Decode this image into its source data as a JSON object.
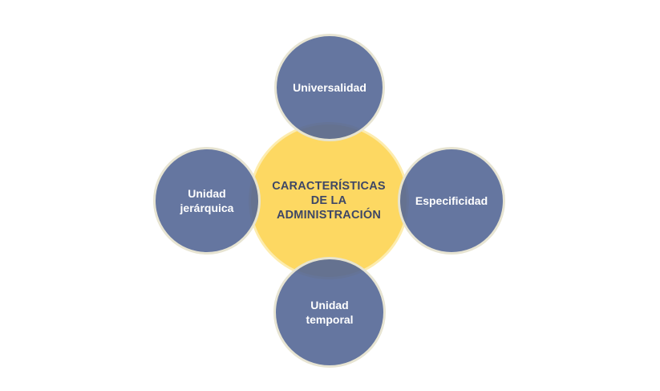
{
  "diagram": {
    "center": {
      "label": "CARACTERÍSTICAS DE LA ADMINISTRACIÓN",
      "color": "#fdd862"
    },
    "nodes": [
      {
        "id": "top",
        "label": "Universalidad"
      },
      {
        "id": "right",
        "label": "Especificidad"
      },
      {
        "id": "bottom",
        "label": "Unidad temporal"
      },
      {
        "id": "left",
        "label": "Unidad jerárquica"
      }
    ],
    "node_color": "#546796",
    "text_color_center": "#3e4766",
    "text_color_nodes": "#ffffff"
  }
}
